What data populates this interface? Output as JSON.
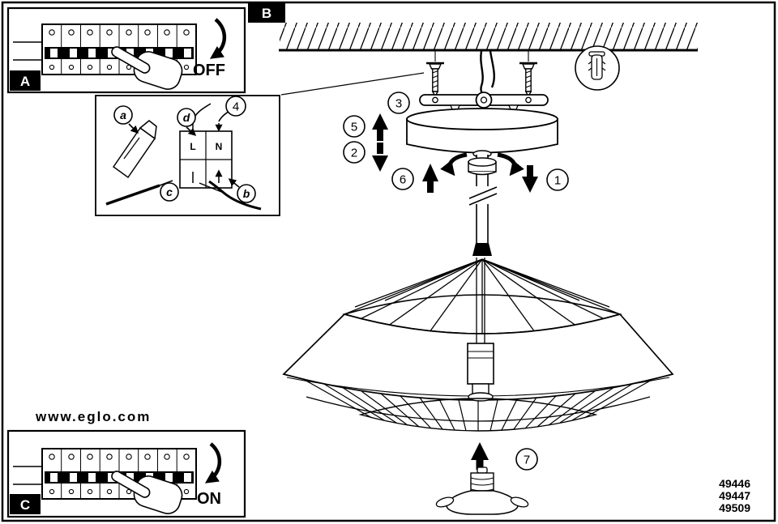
{
  "colors": {
    "ink": "#000000",
    "paper": "#ffffff"
  },
  "badges": {
    "a": "A",
    "b": "B",
    "c": "C"
  },
  "switch_labels": {
    "off": "OFF",
    "on": "ON"
  },
  "website": "www.eglo.com",
  "product_numbers": [
    "49446",
    "49447",
    "49509"
  ],
  "wiring_inset": {
    "label_a": "a",
    "label_b": "b",
    "label_c": "c",
    "label_d": "d",
    "terminal_live": "L",
    "terminal_neutral": "N"
  },
  "steps": {
    "s1": "1",
    "s2": "2",
    "s3": "3",
    "s4": "4",
    "s5": "5",
    "s6": "6",
    "s7": "7"
  }
}
